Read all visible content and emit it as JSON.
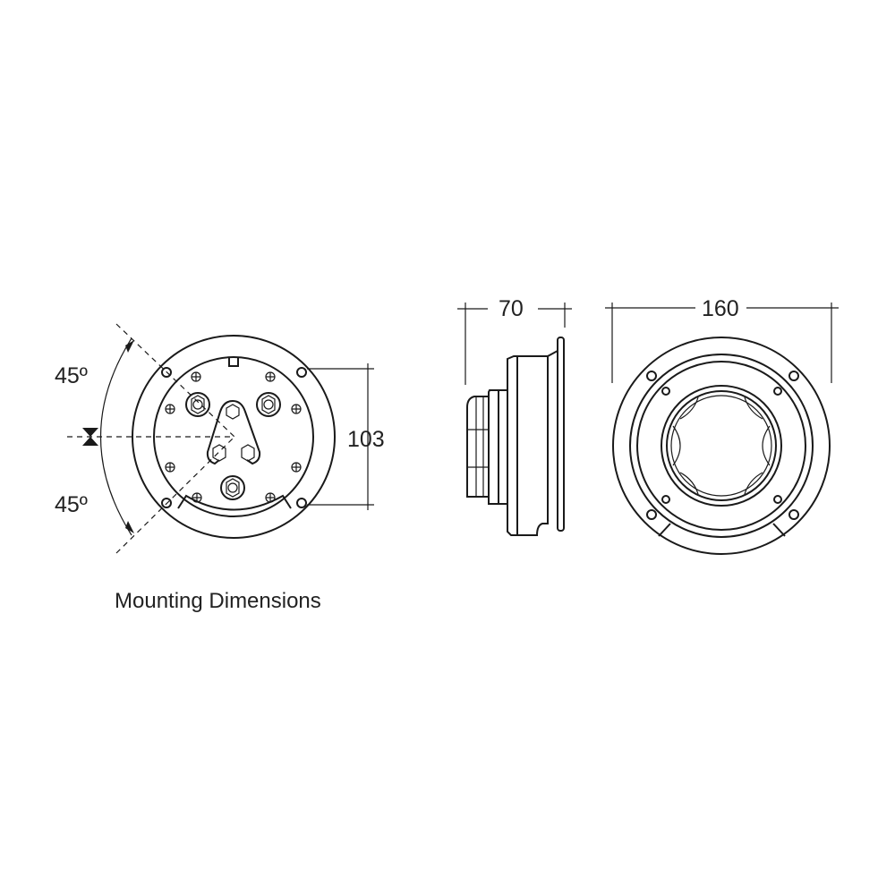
{
  "caption": "Mounting Dimensions",
  "views": {
    "rear": {
      "angle_top": "45º",
      "angle_bottom": "45º",
      "hole_spacing": "103"
    },
    "side": {
      "depth": "70"
    },
    "front": {
      "diameter": "160"
    }
  },
  "colors": {
    "line": "#1a1a1a",
    "background": "#ffffff"
  }
}
